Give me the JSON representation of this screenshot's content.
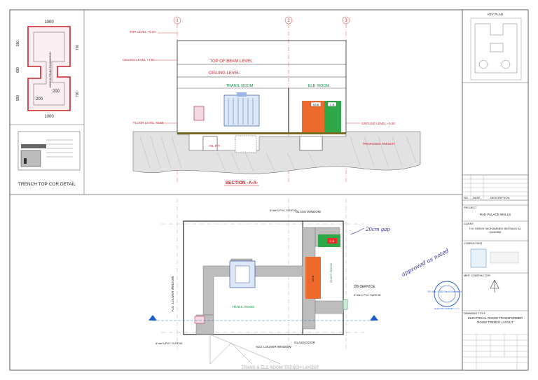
{
  "foundation_detail": {
    "dims": {
      "top": "1000",
      "bottom": "1000",
      "left_top": "550",
      "left_mid": "690",
      "left_bot": "550",
      "right_top": "700",
      "right_bot": "700",
      "inner_left": "200",
      "inner_right": "200"
    },
    "title": "1000KVA TRANS.FOUNDATION"
  },
  "trench_detail": {
    "title": "TRENCH TOP COR.DETAIL"
  },
  "section": {
    "grid_labels": [
      "1",
      "2",
      "3"
    ],
    "levels": {
      "top_level": "TOP LEVEL +6.20",
      "ceiling_level": "CEILING LEVEL +3.50",
      "floor_level": "FLOOR LEVEL +0.60",
      "ground_level": "GROUND LEVEL +0.00"
    },
    "top_of_beam": "TOP OF BEAM LEVEL",
    "ceiling": "CEILING LEVEL",
    "trans_room": "TRANS. ROOM",
    "ele_room": "ELE. ROOM",
    "oil_pit": "OIL PIT",
    "proposed_trench": "PROPOSED TRENCH",
    "mdb": "MDB",
    "cb": "C.B",
    "title": "SECTION -A-A-"
  },
  "plan": {
    "glass_window": "GLASS WINDOW",
    "pvc_top": "6\"dia*3 PVC SLEEVE",
    "pvc_right": "6\"dia*4 PVC SLEEVE",
    "pvc_bottom": "6\"dia*3 PVC SLEEVE",
    "alu_louver_left": "ALU. LOUVER WINDOW",
    "alu_louver_bottom": "ALU. LOUVER WINDOW",
    "glass_door": "GLASS DOOR",
    "trans_room": "TRANS. ROOM",
    "elect_room": "ELECT. ROOM",
    "db_service": "DB-SERVICE",
    "cb": "C.B",
    "mdb": "MDB",
    "title": "TRANS & ELE ROOM TRENCH LAYOUT"
  },
  "handwriting": {
    "note1": "20cm gap",
    "note2": "approved as noted"
  },
  "title_block": {
    "key_plan": "KEY PLAN",
    "rev_header": [
      "NO",
      "DATE",
      "DESCRIPTION"
    ],
    "project_label": "PROJECT",
    "project": "RAK PALACE WALLS",
    "client_label": "CLIENT",
    "client": "H.H SHEIKH MOHAMMED BIN SAUD AL QUASIMI",
    "consultant_label": "CONSULTANT",
    "contractor_label": "MEP CONTRACTOR",
    "drawing_title_label": "DRAWING TITLE",
    "drawing_title": "ELECTRICAL ROOM/ TRANSFORMER ROOM TRENCH LAYOUT",
    "stamp_text": "ELECTRO MARKET L.L.C",
    "stamp_po": "P.O. Box : 1832 Ras Al Khaimah U.A.E"
  }
}
